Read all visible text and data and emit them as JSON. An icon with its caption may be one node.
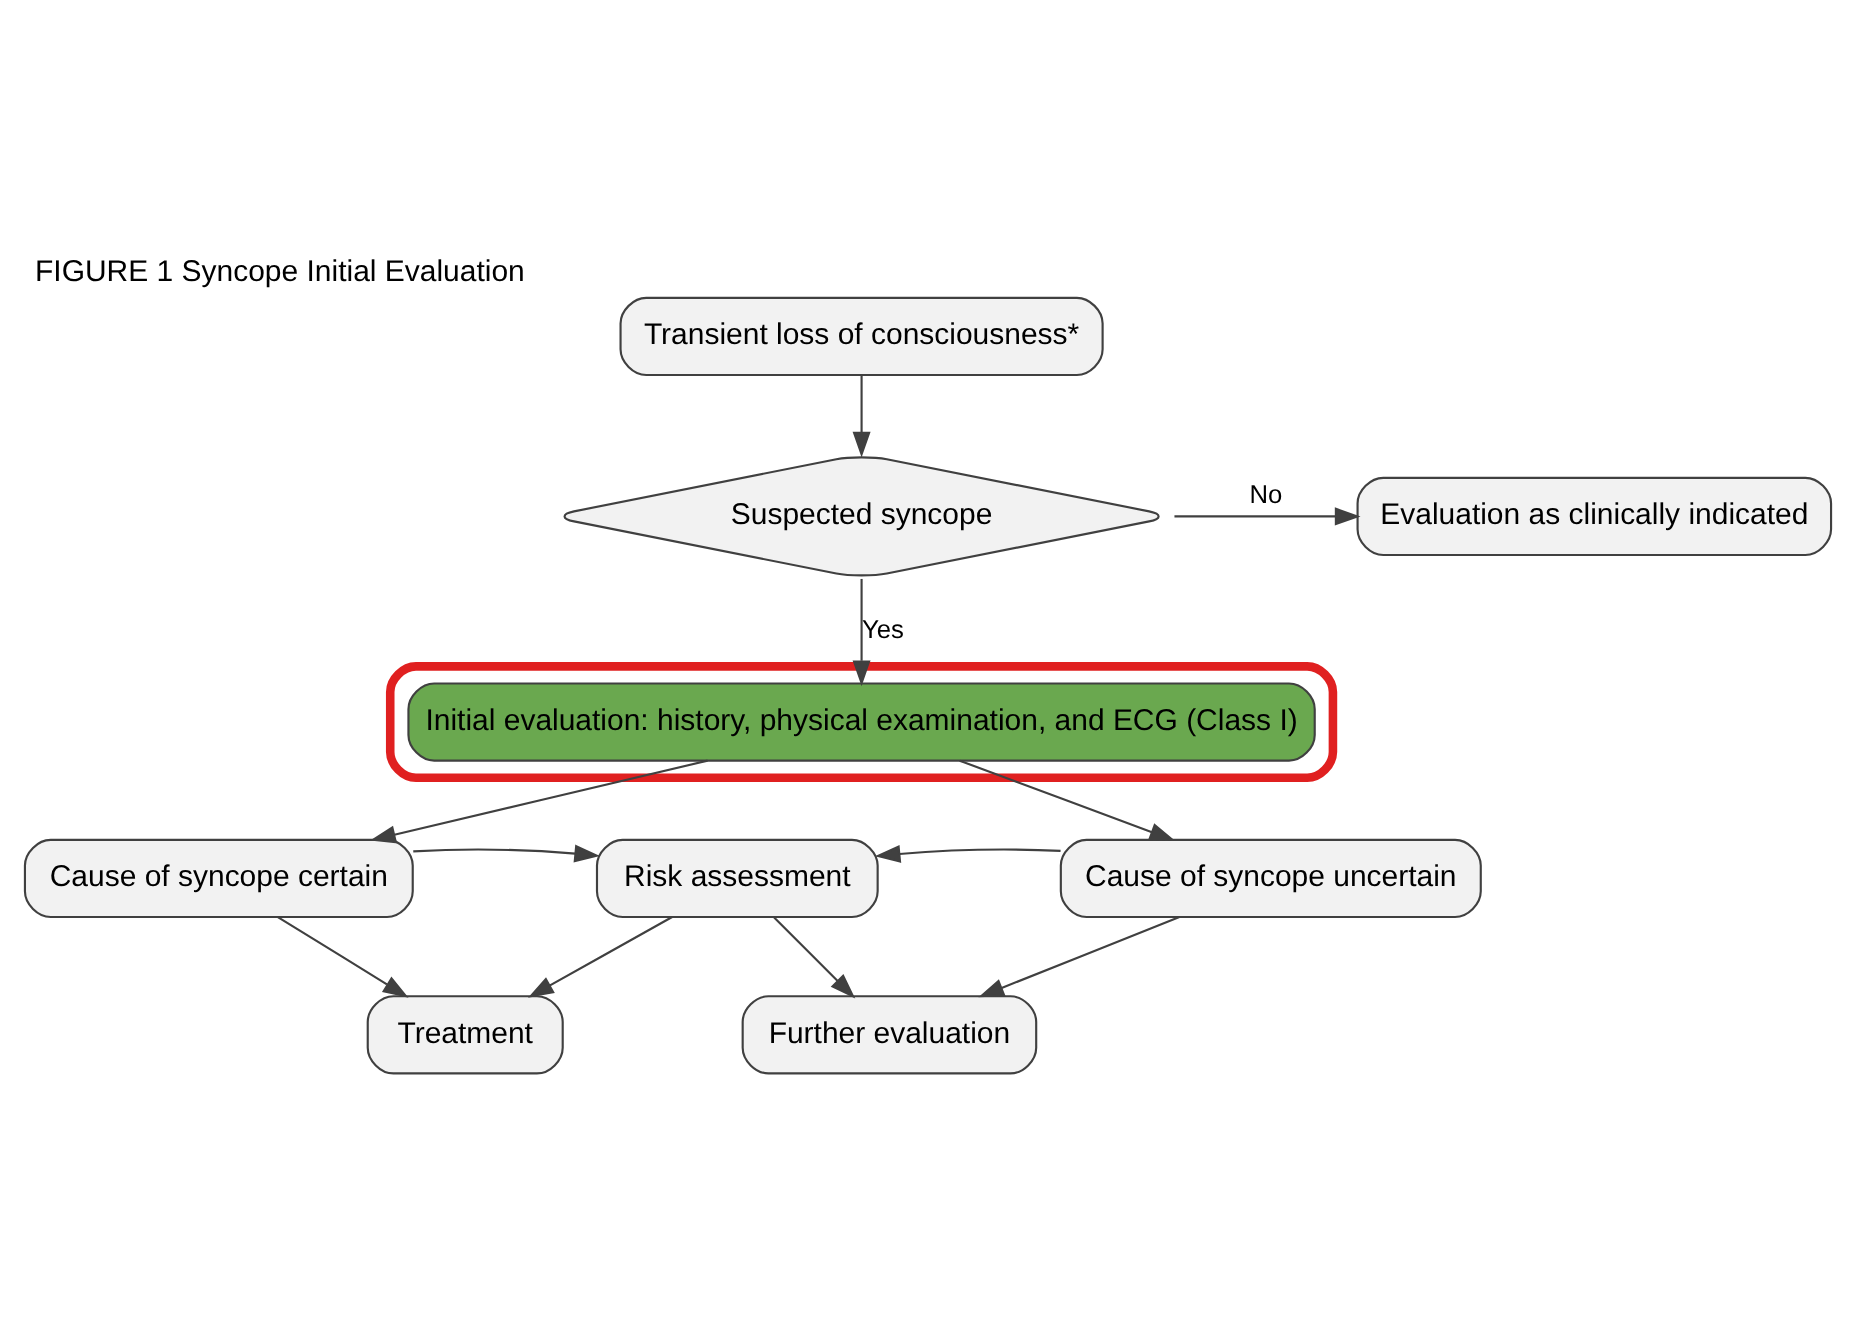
{
  "diagram": {
    "title": "FIGURE 1 Syncope Initial Evaluation",
    "nodes": [
      {
        "text": [
          "Transient loss of consciousness*"
        ]
      },
      {
        "text": [
          "Suspected syncope"
        ]
      },
      {
        "text": [
          "Evaluation as clinically indicated"
        ]
      },
      {
        "text": [],
        "shape": "ellipse"
      },
      {
        "text": [
          "Initial evaluation: history, physical examination, and ECG (Class I)"
        ],
        "in": 3
      },
      {
        "text": [
          "Cause of syncope certain"
        ]
      },
      {
        "text": [
          "Risk assessment"
        ]
      },
      {
        "text": [
          "Cause of syncope uncertain"
        ]
      },
      {
        "text": [
          "Treatment"
        ]
      },
      {
        "text": [
          "Further evaluation"
        ]
      }
    ],
    "edges": [
      {
        "from": 0,
        "to": 1,
        "arrow": "to"
      },
      {
        "from": 1,
        "to": 2,
        "arrow": "to",
        "label": "No"
      },
      {
        "from": 1,
        "to": 4,
        "arrow": "to",
        "label": "Yes"
      },
      {
        "from": 4,
        "to": 5,
        "arrow": "to"
      },
      {
        "from": 4,
        "to": 7,
        "arrow": "to"
      },
      {
        "from": 5,
        "to": 6,
        "arrow": "to"
      },
      {
        "from": 7,
        "to": 6,
        "arrow": "to"
      },
      {
        "from": 5,
        "to": 8,
        "arrow": "to"
      },
      {
        "from": 6,
        "to": 8,
        "arrow": "to"
      },
      {
        "from": 6,
        "to": 9,
        "arrow": "to"
      },
      {
        "from": 7,
        "to": 9,
        "arrow": "to"
      }
    ]
  }
}
